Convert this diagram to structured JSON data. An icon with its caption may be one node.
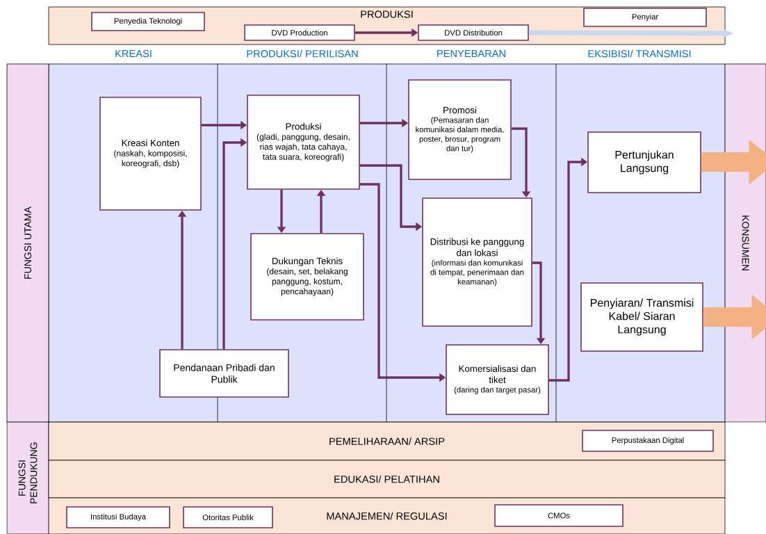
{
  "diagram": {
    "nodes": [
      {
        "text": [
          "PRODUKSI"
        ]
      },
      {
        "text": [
          "Penyedia Teknologi"
        ],
        "in": 0
      },
      {
        "text": [
          "DVD Production"
        ],
        "in": 0
      },
      {
        "text": [
          "DVD Distribution"
        ],
        "in": 0
      },
      {
        "text": [
          "Penyiar"
        ],
        "in": 0
      },
      {
        "text": [
          "FUNGSI UTAMA"
        ]
      },
      {
        "text": [
          "Kreasi Konten",
          "(naskah, komposisi, koreografi, dsb)"
        ]
      },
      {
        "text": [
          "Produksi",
          "(gladi, panggung, desain, rias wajah, tata cahaya, tata suara, koreografi)"
        ]
      },
      {
        "text": [
          "Dukungan Teknis",
          "(desain, set, belakang panggung, kostum, pencahayaan)"
        ]
      },
      {
        "text": [
          "Pendanaan Pribadi dan Publik"
        ]
      },
      {
        "text": [
          "Promosi",
          "(Pemasaran dan komunikasi dalam media, poster, brosur, program dan tur)"
        ]
      },
      {
        "text": [
          "Distribusi ke panggung dan lokasi",
          "(informasi dan komunikasi di tempat, penerimaan dan keamanan)"
        ]
      },
      {
        "text": [
          "Komersialisasi dan tiket",
          "(daring dan target pasar)"
        ]
      },
      {
        "text": [
          "Pertunjukan Langsung"
        ]
      },
      {
        "text": [
          "Penyiaran/ Transmisi Kabel/ Siaran Langsung"
        ]
      },
      {
        "text": [
          "KONSUMEN"
        ]
      },
      {
        "text": [
          "FUNGSI PENDUKUNG"
        ]
      },
      {
        "text": [
          "PEMELIHARAAN/ ARSIP"
        ]
      },
      {
        "text": [
          "Perpustakaan Digital"
        ],
        "in": 17
      },
      {
        "text": [
          "EDUKASI/ PELATIHAN"
        ]
      },
      {
        "text": [
          "MANAJEMEN/ REGULASI"
        ]
      },
      {
        "text": [
          "Institusi Budaya"
        ],
        "in": 20
      },
      {
        "text": [
          "Otoritas Publik"
        ],
        "in": 20
      },
      {
        "text": [
          "CMOs"
        ],
        "in": 20
      }
    ],
    "edges": [
      {
        "from": 2,
        "to": 3,
        "arrow": "to"
      },
      {
        "from": 3,
        "to": null,
        "arrow": "to",
        "style": "thick",
        "color": "#c6d9f1"
      },
      {
        "from": 6,
        "to": 7,
        "arrow": "to"
      },
      {
        "from": 9,
        "to": 6,
        "arrow": "to"
      },
      {
        "from": 9,
        "to": 7,
        "arrow": "to"
      },
      {
        "from": 7,
        "to": 8,
        "arrow": "to"
      },
      {
        "from": 8,
        "to": 7,
        "arrow": "to"
      },
      {
        "from": 7,
        "to": 10,
        "arrow": "to"
      },
      {
        "from": 7,
        "to": 11,
        "arrow": "to"
      },
      {
        "from": 7,
        "to": 12,
        "arrow": "to"
      },
      {
        "from": 10,
        "to": 11,
        "arrow": "to"
      },
      {
        "from": 11,
        "to": 12,
        "arrow": "to"
      },
      {
        "from": 12,
        "to": 13,
        "arrow": "to"
      },
      {
        "from": 13,
        "to": 15,
        "arrow": "to",
        "style": "thick",
        "color": "#f4b183"
      },
      {
        "from": 14,
        "to": 15,
        "arrow": "to",
        "style": "thick",
        "color": "#f4b183"
      }
    ],
    "labels": [
      "KREASI",
      "PRODUKSI/ PERILISAN",
      "PENYEBARAN",
      "EKSIBISI/ TRANSMISI"
    ]
  }
}
